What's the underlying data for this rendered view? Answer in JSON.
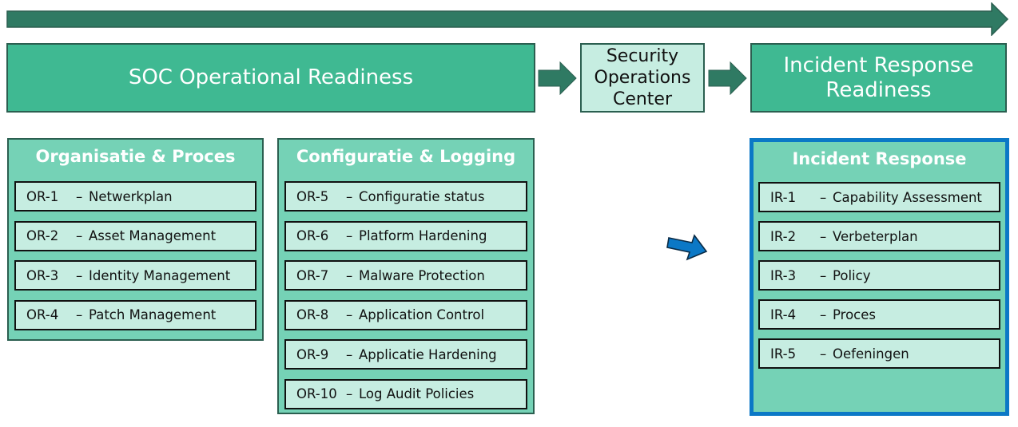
{
  "diagram": {
    "colors": {
      "dark_green": "#2f7a63",
      "border_green": "#2b5f50",
      "primary_green": "#3fb992",
      "group_green": "#75d2b6",
      "light_green": "#c6ede1",
      "highlight_blue": "#0b78c6"
    },
    "phases": [
      {
        "label": "SOC Operational Readiness"
      },
      {
        "label_lines": [
          "Security",
          "Operations",
          "Center"
        ]
      },
      {
        "label_lines": [
          "Incident Response",
          "Readiness"
        ]
      }
    ],
    "groups": [
      {
        "title": "Organisatie & Proces",
        "items": [
          {
            "code": "OR-1",
            "label": "Netwerkplan"
          },
          {
            "code": "OR-2",
            "label": "Asset Management"
          },
          {
            "code": "OR-3",
            "label": "Identity Management"
          },
          {
            "code": "OR-4",
            "label": "Patch Management"
          }
        ]
      },
      {
        "title": "Configuratie & Logging",
        "items": [
          {
            "code": "OR-5",
            "label": "Configuratie status"
          },
          {
            "code": "OR-6",
            "label": "Platform Hardening"
          },
          {
            "code": "OR-7",
            "label": "Malware Protection"
          },
          {
            "code": "OR-8",
            "label": "Application Control"
          },
          {
            "code": "OR-9",
            "label": "Applicatie Hardening"
          },
          {
            "code": "OR-10",
            "label": "Log Audit Policies"
          }
        ]
      },
      {
        "title": "Incident Response",
        "highlighted": true,
        "items": [
          {
            "code": "IR-1",
            "label": "Capability Assessment"
          },
          {
            "code": "IR-2",
            "label": "Verbeterplan"
          },
          {
            "code": "IR-3",
            "label": "Policy"
          },
          {
            "code": "IR-4",
            "label": "Proces"
          },
          {
            "code": "IR-5",
            "label": "Oefeningen"
          }
        ]
      }
    ],
    "separator": "–",
    "icons": {
      "timeline_arrow": "long-right-arrow",
      "flow_arrow": "block-right-arrow",
      "pointer_arrow": "blue-right-arrow"
    }
  }
}
